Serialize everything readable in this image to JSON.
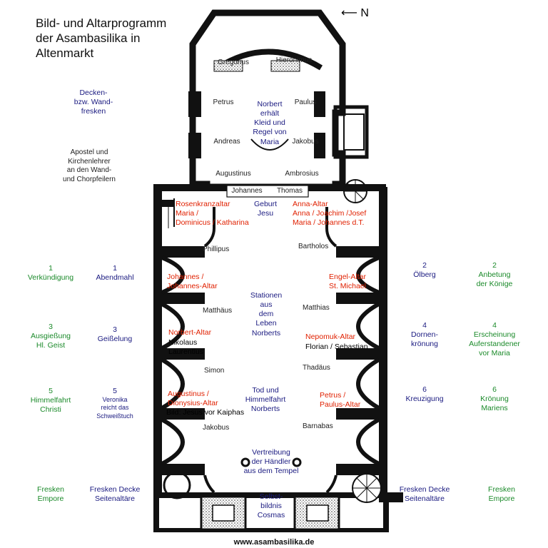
{
  "title": [
    "Bild- und Altarprogramm",
    "der Asambasilika in",
    "Altenmarkt"
  ],
  "north_label": "⟵ N",
  "footer": "www.asambasilika.de",
  "left_legend": {
    "frescoes": [
      "Decken-",
      "bzw. Wand-",
      "fresken"
    ],
    "apostles": [
      "Apostel und",
      "Kirchenlehrer",
      "an den Wand-",
      "und Chorpfeilern"
    ]
  },
  "choir": {
    "gregorius": "Gregorius",
    "hieronimus": "Hieronimus",
    "petrus": "Petrus",
    "paulus": "Paulus",
    "andreas": "Andreas",
    "jakobus_choir": "Jakobus",
    "augustinus": "Augustinus",
    "ambrosius": "Ambrosius",
    "norbert_fresco": [
      "Norbert",
      "erhält",
      "Kleid und",
      "Regel von",
      "Maria"
    ]
  },
  "arch": {
    "johannes": "Johannes",
    "thomas": "Thomas"
  },
  "nave": {
    "geburt": [
      "Geburt",
      "Jesu"
    ],
    "stationen": [
      "Stationen",
      "aus",
      "dem",
      "Leben",
      "Norberts"
    ],
    "tod": [
      "Tod und",
      "Himmelfahrt",
      "Norberts"
    ],
    "vertreibung": [
      "Vertreibung",
      "der Händler",
      "aus dem Tempel"
    ],
    "selbst": [
      "Selbst-",
      "bildnis",
      "Cosmas"
    ]
  },
  "left_altars": {
    "rosenkranz": [
      "Rosenkranzaltar",
      "Maria /",
      "Dominicus / Katharina"
    ],
    "johannes": [
      "Johannes /",
      "Johannes-Altar"
    ],
    "norbert": "Norbert-Altar",
    "norbert_saints": [
      "Nikolaus",
      "Laurentius"
    ],
    "augustinus": [
      "Augustinus /",
      "Dionysius-Altar"
    ],
    "augustinus_bild": "Bild: Jesus vor Kaiphas"
  },
  "right_altars": {
    "anna": [
      "Anna-Altar",
      "Anna / Joachim /Josef",
      "Maria / Johannes d.T."
    ],
    "engel": [
      "Engel-Altar",
      "St. Michael"
    ],
    "nepomuk": "Nepomuk-Altar",
    "nepomuk_saints": "Florian / Sebastian",
    "petrus": [
      "Petrus /",
      "Paulus-Altar"
    ]
  },
  "apostles_nave": {
    "phillipus": "Phillipus",
    "bartholos": "Bartholos",
    "matthaeus": "Matthäus",
    "matthias": "Matthias",
    "simon": "Simon",
    "thadaeus": "Thadäus",
    "jakobus": "Jakobus",
    "barnabas": "Barnabas"
  },
  "left_outer_green": [
    [
      "1",
      "Verkündigung"
    ],
    [
      "3",
      "Ausgießung",
      "Hl. Geist"
    ],
    [
      "5",
      "Himmelfahrt",
      "Christi"
    ],
    [
      "Fresken",
      "Empore"
    ]
  ],
  "left_inner_blue": [
    [
      "1",
      "Abendmahl"
    ],
    [
      "3",
      "Geißelung"
    ],
    [
      "5",
      "Veronika",
      "reicht das",
      "Schweißtuch"
    ],
    [
      "Fresken Decke",
      "Seitenaltäre"
    ]
  ],
  "right_inner_blue": [
    [
      "2",
      "Ölberg"
    ],
    [
      "4",
      "Dornen-",
      "krönung"
    ],
    [
      "6",
      "Kreuzigung"
    ],
    [
      "Fresken Decke",
      "Seitenaltäre"
    ]
  ],
  "right_outer_green": [
    [
      "2",
      "Anbetung",
      "der Könige"
    ],
    [
      "4",
      "Erscheinung",
      "Auferstandener",
      "vor Maria"
    ],
    [
      "6",
      "Krönung",
      "Mariens"
    ],
    [
      "Fresken",
      "Empore"
    ]
  ],
  "colors": {
    "blue": "#1a1a80",
    "green": "#1b8a2a",
    "red": "#e02000",
    "wall": "#111111"
  }
}
